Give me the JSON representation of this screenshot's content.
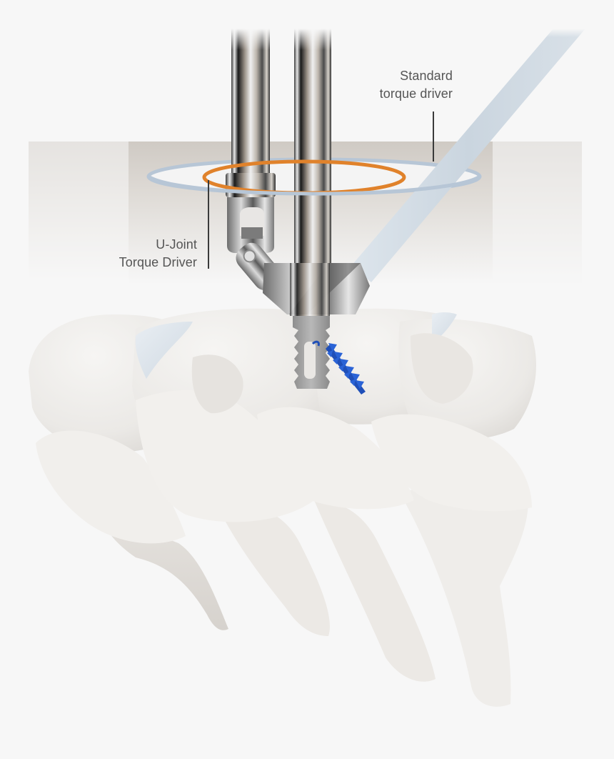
{
  "figure": {
    "subject": "U-Joint torque driver inserting interbody cage and screw into cervical vertebrae",
    "background_color": "#f7f7f7",
    "tissue_band_color": "#d8d4cf"
  },
  "callouts": {
    "standard": {
      "lines": [
        "Standard",
        "torque driver"
      ],
      "ring_color": "#b7c6d6"
    },
    "ujoint": {
      "lines": [
        "U-Joint",
        "Torque Driver"
      ],
      "ring_color": "#e0822b"
    }
  },
  "colors": {
    "label_text": "#555555",
    "leader_line": "#3a3a3a",
    "standard_driver_shaft": "#cfd9e3",
    "screw_blue": "#1f4fb8",
    "bone": "#f0eeeb",
    "metal": "#a9a9a9"
  }
}
